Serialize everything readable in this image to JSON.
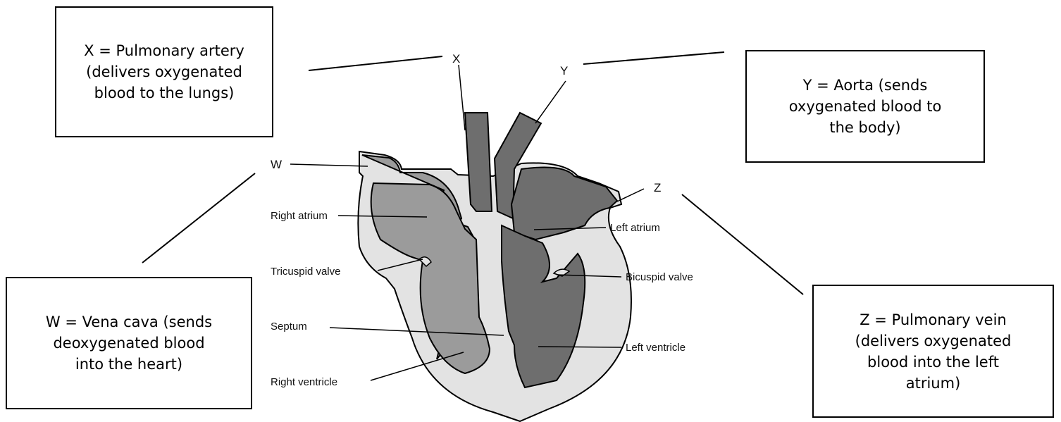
{
  "boxes": {
    "x": "X = Pulmonary artery\n(delivers oxygenated\nblood to the lungs)",
    "y": "Y = Aorta (sends\noxygenated blood to\nthe body)",
    "w": "W = Vena cava (sends\ndeoxygenated blood\ninto the heart)",
    "z": "Z = Pulmonary vein\n(delivers oxygenated\nblood into the left\natrium)"
  },
  "letters": {
    "x": "X",
    "y": "Y",
    "w": "W",
    "z": "Z"
  },
  "labels": {
    "right_atrium": "Right atrium",
    "tricuspid_valve": "Tricuspid valve",
    "septum": "Septum",
    "right_ventricle": "Right ventricle",
    "left_atrium": "Left atrium",
    "bicuspid_valve": "Bicuspid valve",
    "left_ventricle": "Left ventricle"
  },
  "colors": {
    "outer_wall": "#e3e3e3",
    "right_chamber": "#9b9b9b",
    "left_chamber": "#6e6e6e",
    "outline": "#000000"
  }
}
